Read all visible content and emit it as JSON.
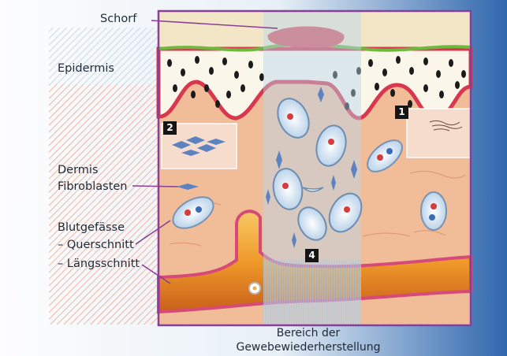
{
  "labels": {
    "schorf": "Schorf",
    "epidermis": "Epidermis",
    "dermis": "Dermis",
    "fibroblasten": "Fibroblasten",
    "blutgefaesse": "Blutgefässe",
    "querschnitt": "– Querschnitt",
    "laengsschnitt": "– Längsschnitt"
  },
  "callouts": [
    "1",
    "2",
    "4"
  ],
  "caption": {
    "line1": "Bereich der",
    "line2": "Gewebewiederherstellung"
  },
  "colors": {
    "frame": "#8a3f97",
    "dermis": "#f0b791",
    "epidermis_green": "#6fb83d",
    "vessel_orange": "#f0a332",
    "vessel_wall": "#d64a7a",
    "repair_band": "#b9d8f0",
    "scab": "#d9525a"
  }
}
